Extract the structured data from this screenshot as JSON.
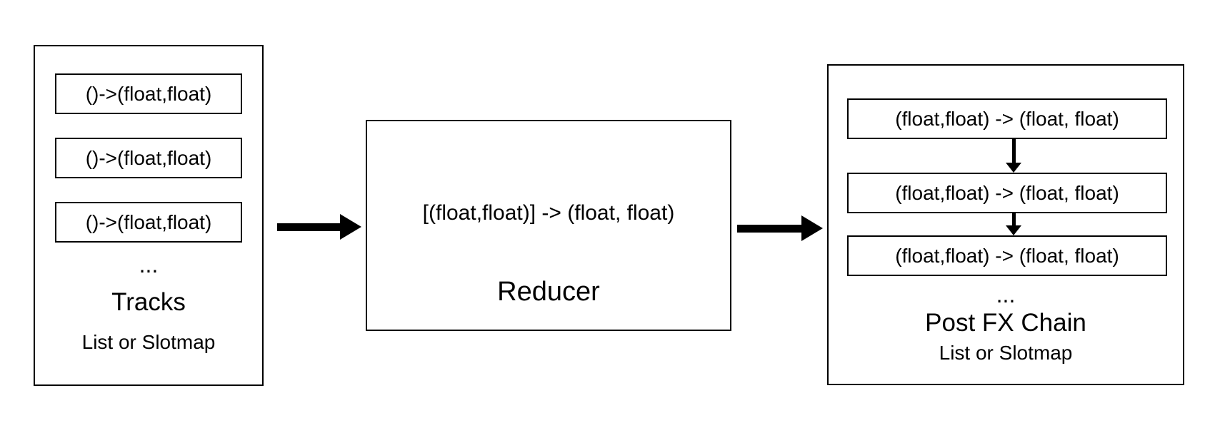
{
  "diagram": {
    "tracks": {
      "items": [
        "()->(float,float)",
        "()->(float,float)",
        "()->(float,float)"
      ],
      "ellipsis": "...",
      "title": "Tracks",
      "subtitle": "List or Slotmap"
    },
    "reducer": {
      "signature": "[(float,float)] -> (float, float)",
      "title": "Reducer"
    },
    "postfx": {
      "items": [
        "(float,float) -> (float, float)",
        "(float,float) -> (float, float)",
        "(float,float) -> (float, float)"
      ],
      "ellipsis": "...",
      "title": "Post FX Chain",
      "subtitle": "List or Slotmap"
    },
    "colors": {
      "stroke": "#000000",
      "background": "#ffffff"
    }
  }
}
